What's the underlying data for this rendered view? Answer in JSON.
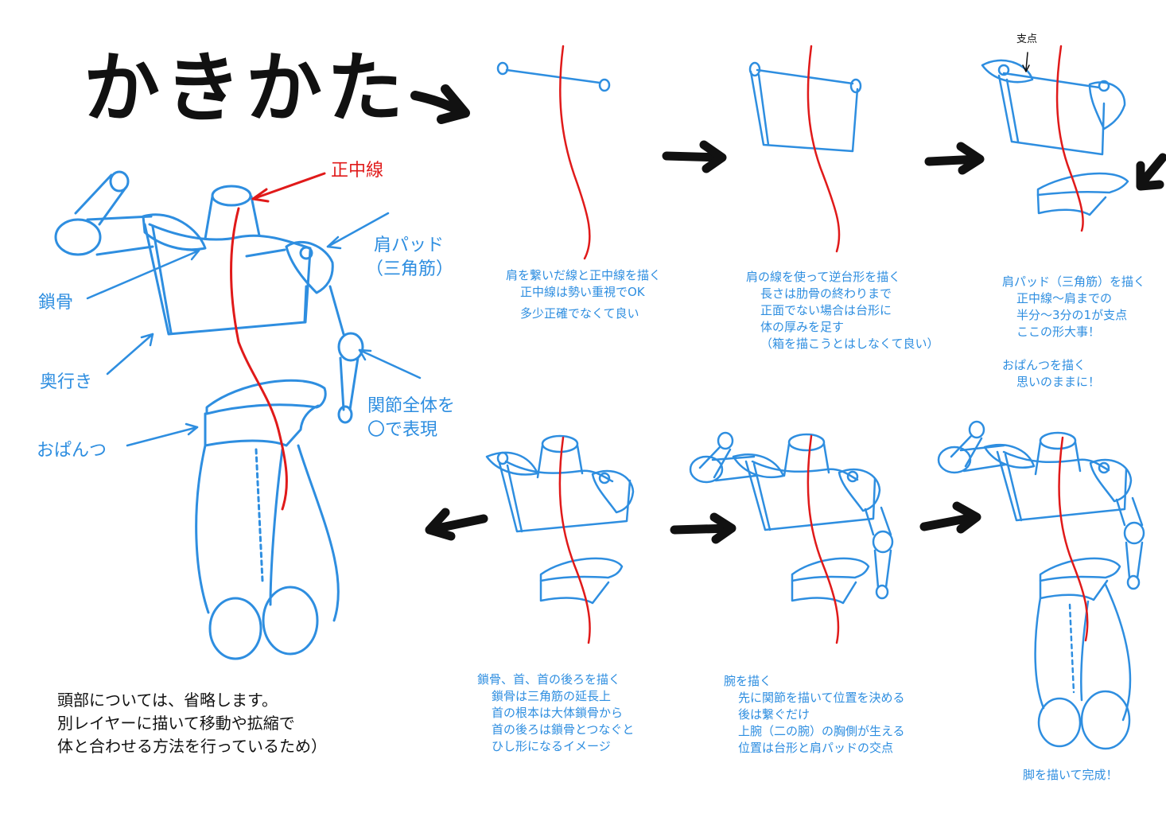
{
  "title": "かきかた",
  "colors": {
    "blue": "#2e8ee0",
    "red": "#e01a1a",
    "black": "#111111"
  },
  "labels": {
    "seichusen": "正中線",
    "katapad_line1": "肩パッド",
    "katapad_line2": "（三角筋）",
    "sakotsu": "鎖骨",
    "okuyuki": "奥行き",
    "opantsu": "おぱんつ",
    "kansetsu_line1": "関節全体を",
    "kansetsu_line2": "〇で表現",
    "shiten": "支点"
  },
  "steps": [
    {
      "lines": [
        "肩を繋いだ線と正中線を描く",
        "正中線は勢い重視でOK",
        "多少正確でなくて良い"
      ]
    },
    {
      "lines": [
        "肩の線を使って逆台形を描く",
        "長さは肋骨の終わりまで",
        "正面でない場合は台形に",
        "体の厚みを足す",
        "（箱を描こうとはしなくて良い）"
      ]
    },
    {
      "lines": [
        "肩パッド（三角筋）を描く",
        "正中線～肩までの",
        "半分～3分の1が支点",
        "ここの形大事！",
        "",
        "おぱんつを描く",
        "思いのままに！"
      ]
    },
    {
      "lines": [
        "鎖骨、首、首の後ろを描く",
        "鎖骨は三角筋の延長上",
        "首の根本は大体鎖骨から",
        "首の後ろは鎖骨とつなぐと",
        "ひし形になるイメージ"
      ]
    },
    {
      "lines": [
        "腕を描く",
        "先に関節を描いて位置を決める",
        "後は繋ぐだけ",
        "上腕（二の腕）の胸側が生える",
        "位置は台形と肩パッドの交点"
      ]
    },
    {
      "lines": [
        "脚を描いて完成！"
      ]
    }
  ],
  "note": {
    "lines": [
      "頭部については、省略します。",
      "別レイヤーに描いて移動や拡縮で",
      "体と合わせる方法を行っているため）"
    ]
  }
}
